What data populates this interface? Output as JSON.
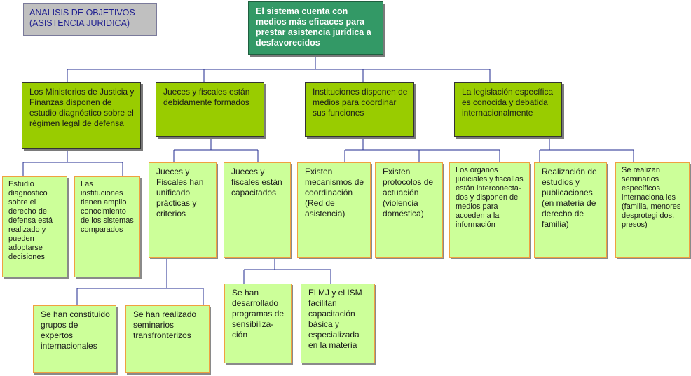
{
  "title": "ANALISIS DE OBJETIVOS\n(ASISTENCIA JURIDICA)",
  "root": "El sistema cuenta con medios más eficaces para prestar asistencia jurídica a  desfavorecidos",
  "branches": [
    {
      "label": "Los Ministerios de Justicia y Finanzas disponen de estudio diagnóstico sobre el régimen legal de defensa",
      "children": [
        "Estudio diagnóstico sobre el derecho de defensa está realizado y pueden adoptarse decisiones",
        "Las instituciones tienen amplio conocimiento de los sistemas comparados"
      ]
    },
    {
      "label": "Jueces y fiscales están debidamente formados",
      "children": [
        "Jueces y Fiscales han unificado prácticas y criterios",
        "Jueces y fiscales están capacitados"
      ],
      "grandchildren_a": [
        "Se han constituido grupos de expertos internacionales",
        "Se han realizado seminarios transfronterizos"
      ],
      "grandchildren_b": [
        "Se han desarrollado programas de sensibiliza-ción",
        "El MJ y el ISM facilitan capacitación básica y especializada en la materia"
      ]
    },
    {
      "label": "Instituciones disponen de medios para coordinar sus funciones",
      "children": [
        "Existen mecanismos de coordinación (Red de asistencia)",
        "Existen protocolos de actuación (violencia doméstica)",
        "Los órganos judiciales y fiscalías están interconecta-dos y disponen de medios para acceden  a la información"
      ]
    },
    {
      "label": "La legislación específica es conocida y debatida internacionalmente",
      "children": [
        "Realización de estudios y publicaciones (en materia de derecho de familia)",
        "Se realizan seminarios específicos internaciona les (familia, menores desprotegi dos, presos)"
      ]
    }
  ]
}
